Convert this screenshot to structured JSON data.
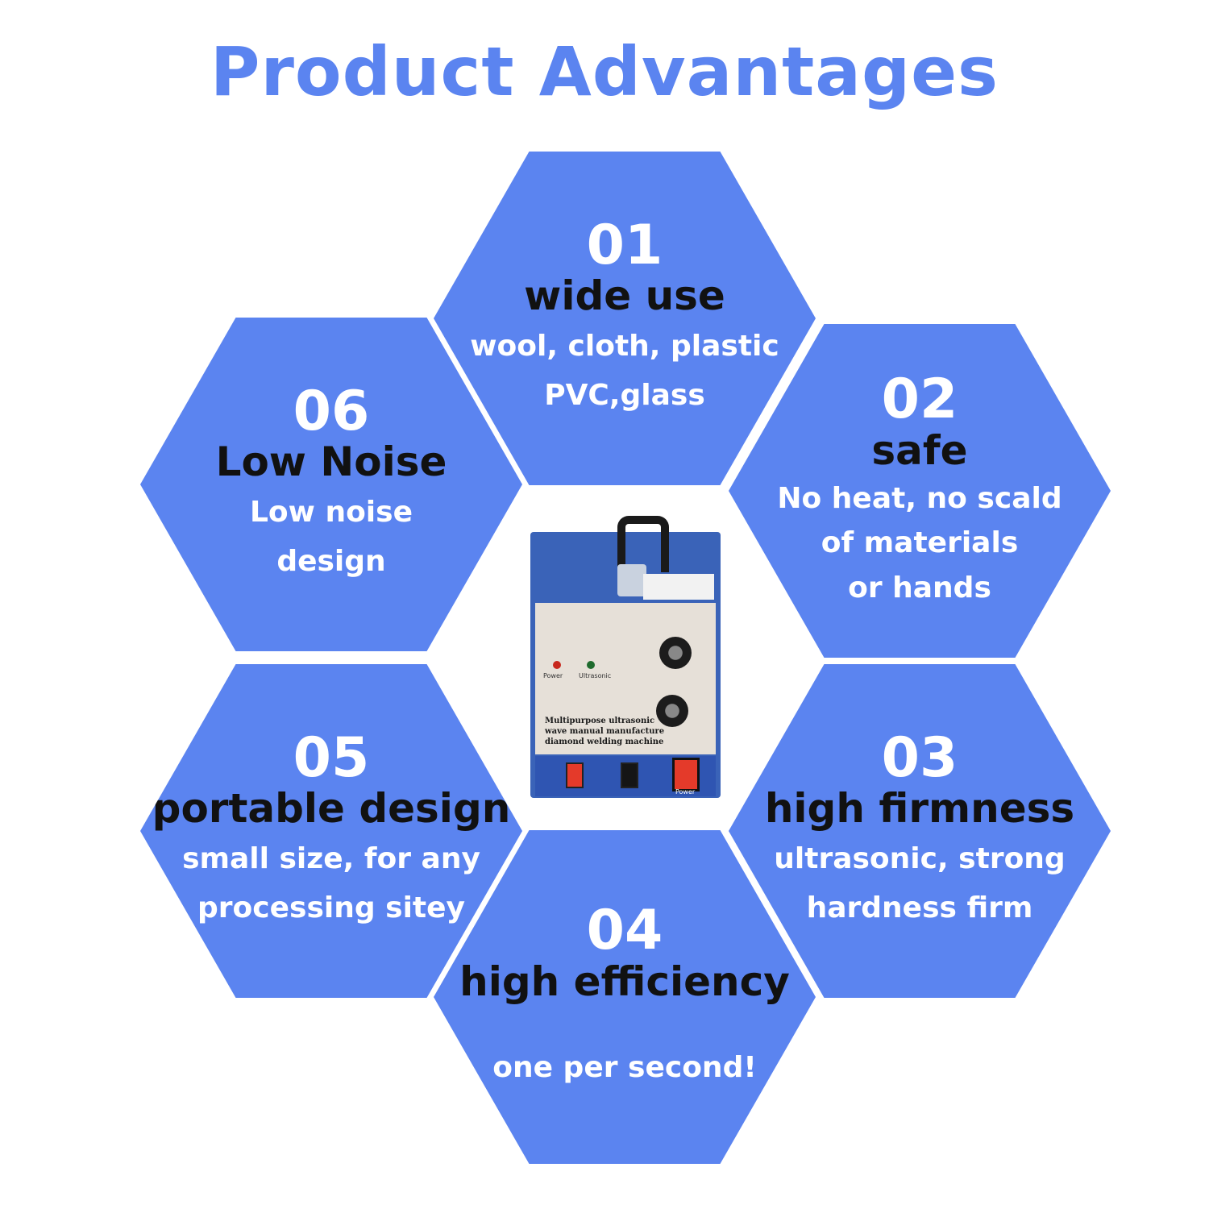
{
  "title": "Product Advantages",
  "advantages": [
    {
      "num": "01",
      "heading": "wide use",
      "lines": [
        "wool, cloth, plastic",
        "PVC,glass"
      ]
    },
    {
      "num": "02",
      "heading": "safe",
      "lines": [
        "No heat, no scald",
        "of materials",
        "or hands"
      ]
    },
    {
      "num": "03",
      "heading": "high firmness",
      "lines": [
        "ultrasonic, strong",
        "hardness firm"
      ]
    },
    {
      "num": "04",
      "heading": "high efficiency",
      "lines": [
        "one per second!"
      ]
    },
    {
      "num": "05",
      "heading": "portable design",
      "lines": [
        "small size, for any",
        "processing sitey"
      ]
    },
    {
      "num": "06",
      "heading": "Low Noise",
      "lines": [
        "Low noise",
        "design"
      ]
    }
  ],
  "machine": {
    "led_power_label": "Power",
    "led_ultra_label": "Ultrasonic",
    "description": [
      "Multipurpose ultrasonic",
      "wave manual manufacture",
      "diamond welding machine"
    ],
    "power_label": "Power",
    "accent_color": "#3a63b8",
    "hex_color": "#5b84f0"
  }
}
